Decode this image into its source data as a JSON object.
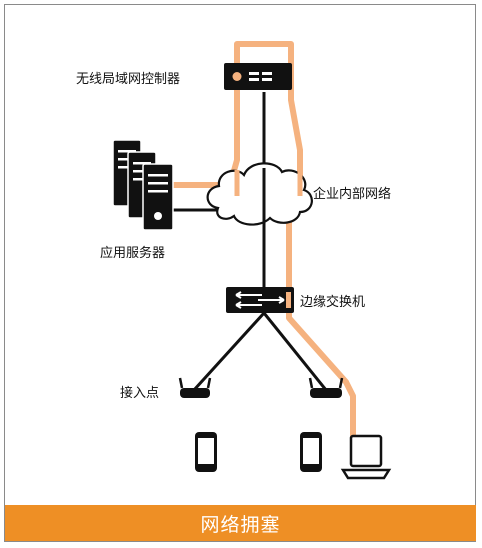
{
  "labels": {
    "wlan_controller": "无线局域网控制器",
    "enterprise_network": "企业内部网络",
    "app_servers": "应用服务器",
    "edge_switch": "边缘交换机",
    "access_point": "接入点"
  },
  "footer": {
    "title": "网络拥塞"
  },
  "colors": {
    "accent": "#ee8f25",
    "path": "#f5b27f",
    "line": "#111111"
  },
  "icons": [
    "controller-icon",
    "server-icon",
    "cloud-icon",
    "switch-icon",
    "access-point-icon",
    "phone-icon",
    "laptop-icon"
  ]
}
